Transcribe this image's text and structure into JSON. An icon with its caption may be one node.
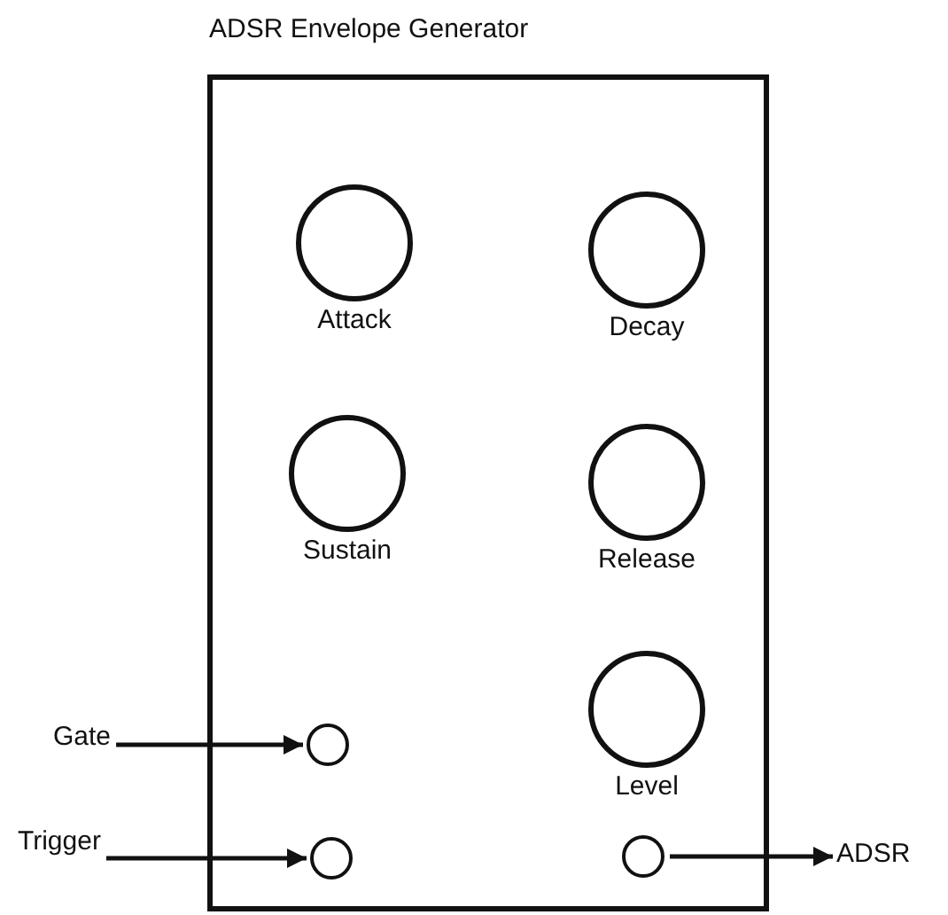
{
  "diagram": {
    "nodes": [
      {
        "text": [
          "ADSR Envelope Generator"
        ]
      },
      {
        "text": [
          "Attack"
        ],
        "in": 0
      },
      {
        "text": [
          "Decay"
        ],
        "in": 0
      },
      {
        "text": [
          "Sustain"
        ],
        "in": 0
      },
      {
        "text": [
          "Release"
        ],
        "in": 0
      },
      {
        "text": [
          "Level"
        ],
        "in": 0
      },
      {
        "text": [
          "Gate"
        ]
      },
      {
        "text": [],
        "shape": "circle",
        "in": 0
      },
      {
        "text": [
          "Trigger"
        ]
      },
      {
        "text": [],
        "shape": "circle",
        "in": 0
      },
      {
        "text": [],
        "shape": "circle",
        "in": 0
      },
      {
        "text": [
          "ADSR"
        ]
      }
    ],
    "edges": [
      {
        "from": 6,
        "to": 7,
        "arrow": "to"
      },
      {
        "from": 8,
        "to": 9,
        "arrow": "to"
      },
      {
        "from": 10,
        "to": 11,
        "arrow": "to"
      }
    ]
  }
}
